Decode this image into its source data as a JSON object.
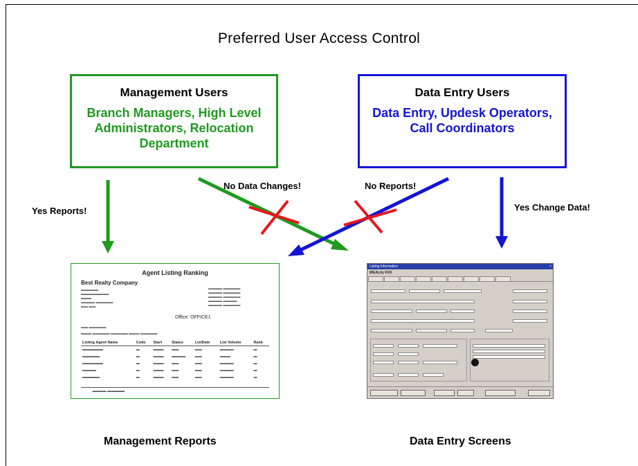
{
  "title": "Preferred User Access Control",
  "management_box": {
    "heading": "Management Users",
    "members": "Branch Managers, High Level Administrators, Relocation Department",
    "color": "#1f9a1f"
  },
  "data_entry_box": {
    "heading": "Data Entry Users",
    "members": "Data Entry, Updesk Operators, Call Coordinators",
    "color": "#1414d4"
  },
  "labels": {
    "yes_reports": "Yes Reports!",
    "no_data_changes": "No Data Changes!",
    "no_reports": "No Reports!",
    "yes_change_data": "Yes Change Data!"
  },
  "captions": {
    "reports": "Management Reports",
    "screens": "Data Entry Screens"
  },
  "report_thumbnail": {
    "title": "Agent Listing Ranking",
    "company": "Best Realty Company",
    "office": "Office: OFFICE1",
    "columns": [
      "Listing Agent Name",
      "Code",
      "Start",
      "Status",
      "ListDate",
      "List Volume",
      "Rank"
    ]
  },
  "screen_thumbnail": {
    "window_title": "Listing Information",
    "brand": "IREALity FOX"
  },
  "cross_color": "#e8161b"
}
